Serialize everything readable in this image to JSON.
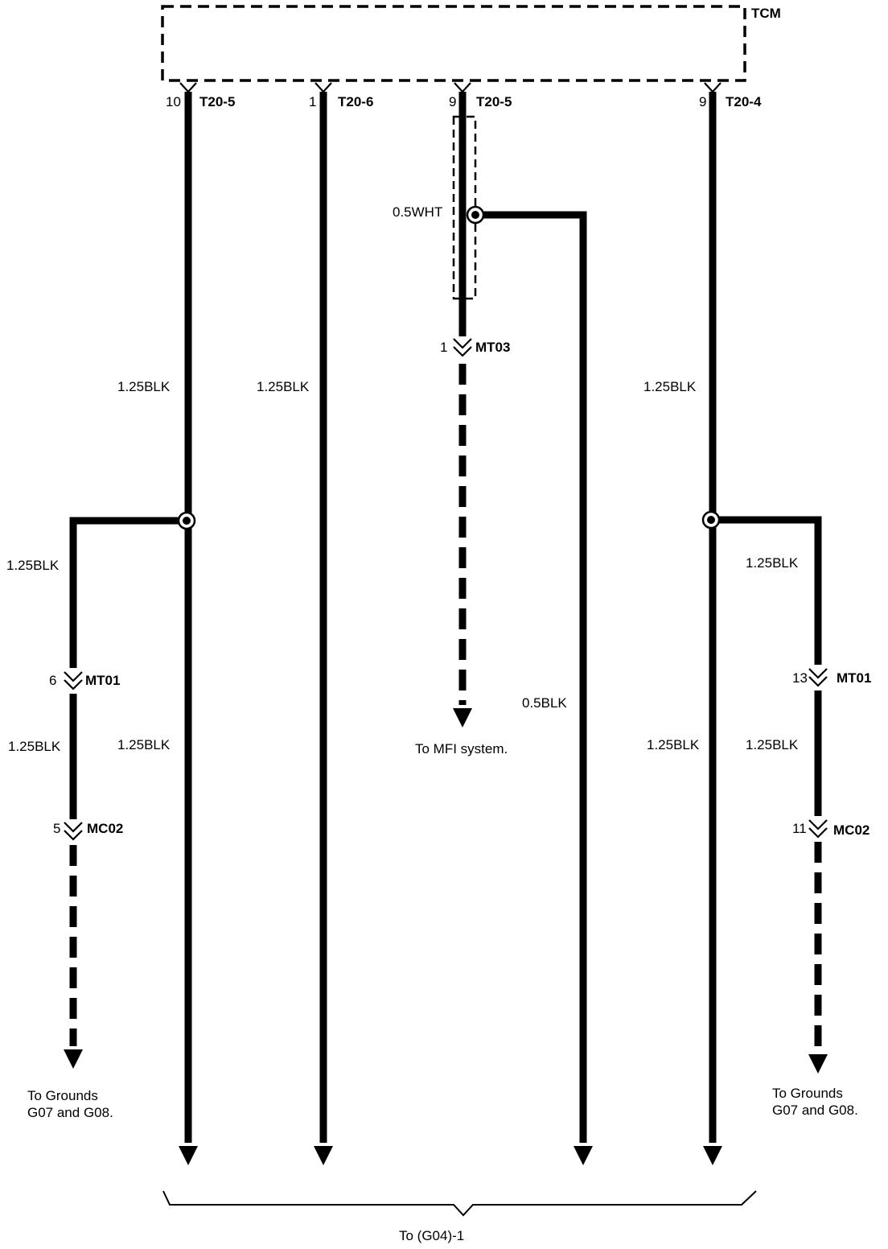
{
  "tcm_label": "TCM",
  "pins": [
    {
      "num": "10",
      "conn": "T20-5"
    },
    {
      "num": "1",
      "conn": "T20-6"
    },
    {
      "num": "9",
      "conn": "T20-5"
    },
    {
      "num": "9",
      "conn": "T20-4"
    }
  ],
  "wire_labels": {
    "w1_upper": "1.25BLK",
    "w2_upper": "1.25BLK",
    "w3_shield": "0.5WHT",
    "w4_upper": "1.25BLK",
    "branch_left_a": "1.25BLK",
    "branch_left_b": "1.25BLK",
    "w1_lower": "1.25BLK",
    "w3_branch": "0.5BLK",
    "w4_lower": "1.25BLK",
    "branch_right_a": "1.25BLK",
    "branch_right_b": "1.25BLK"
  },
  "connectors": {
    "mt03": {
      "num": "1",
      "name": "MT03"
    },
    "mt01_left": {
      "num": "6",
      "name": "MT01"
    },
    "mc02_left": {
      "num": "5",
      "name": "MC02"
    },
    "mt01_right": {
      "num": "13",
      "name": "MT01"
    },
    "mc02_right": {
      "num": "11",
      "name": "MC02"
    }
  },
  "destinations": {
    "mfi": "To MFI system.",
    "grounds_left": [
      "To Grounds",
      "G07 and G08."
    ],
    "grounds_right": [
      "To Grounds",
      "G07 and G08."
    ],
    "bottom": "To (G04)-1"
  }
}
